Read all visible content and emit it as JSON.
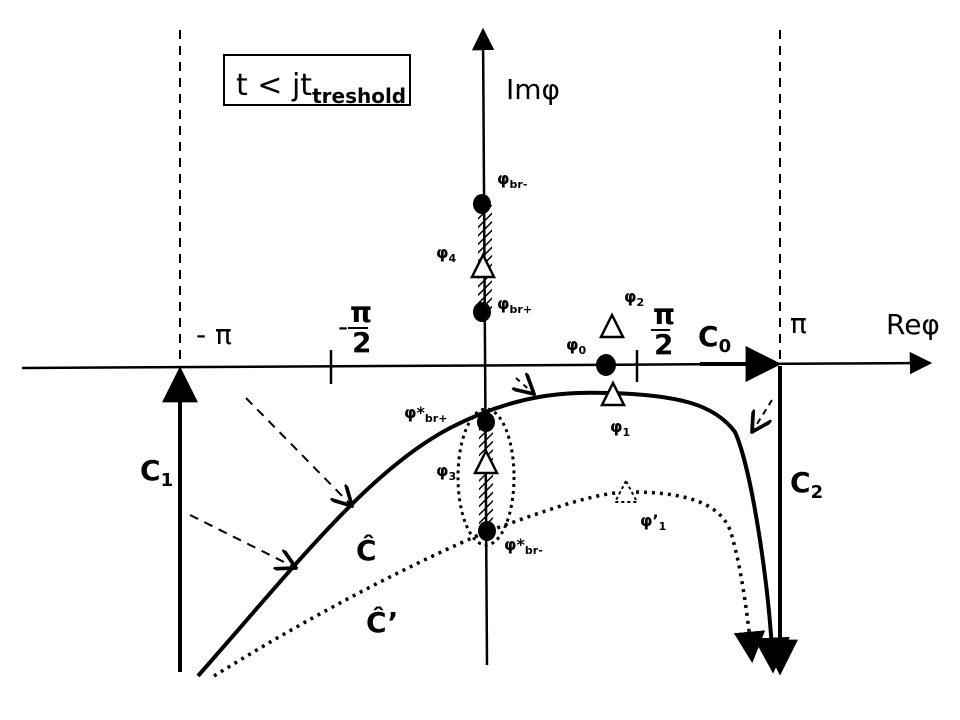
{
  "condition_box": {
    "main": "t < jt",
    "sub": "treshold"
  },
  "axes": {
    "imag_label": "Imφ",
    "real_label": "Reφ"
  },
  "ticks": {
    "minus_pi": "- π",
    "minus_half_pi_sign": "-",
    "minus_half_pi_num": "π",
    "minus_half_pi_den": "2",
    "half_pi_num": "π",
    "half_pi_den": "2",
    "pi": "π"
  },
  "contours": {
    "c0": "C",
    "c0_sub": "0",
    "c1": "C",
    "c1_sub": "1",
    "c2": "C",
    "c2_sub": "2",
    "c_hat": "Ĉ",
    "c_hat_prime": "Ĉ’"
  },
  "points": {
    "phi_br_minus": {
      "main": "φ",
      "sub": "br-"
    },
    "phi_br_plus": {
      "main": "φ",
      "sub": "br+"
    },
    "phi_4": {
      "main": "φ",
      "sub": "4"
    },
    "phi_2": {
      "main": "φ",
      "sub": "2"
    },
    "phi_0": {
      "main": "φ",
      "sub": "0"
    },
    "phi_1": {
      "main": "φ",
      "sub": "1"
    },
    "phi_3": {
      "main": "φ",
      "sub": "3"
    },
    "phi_star_br_plus": {
      "main": "φ*",
      "sub": "br+"
    },
    "phi_star_br_minus": {
      "main": "φ*",
      "sub": "br-"
    },
    "phi_prime_1": {
      "main": "φ’",
      "sub": "1"
    }
  }
}
